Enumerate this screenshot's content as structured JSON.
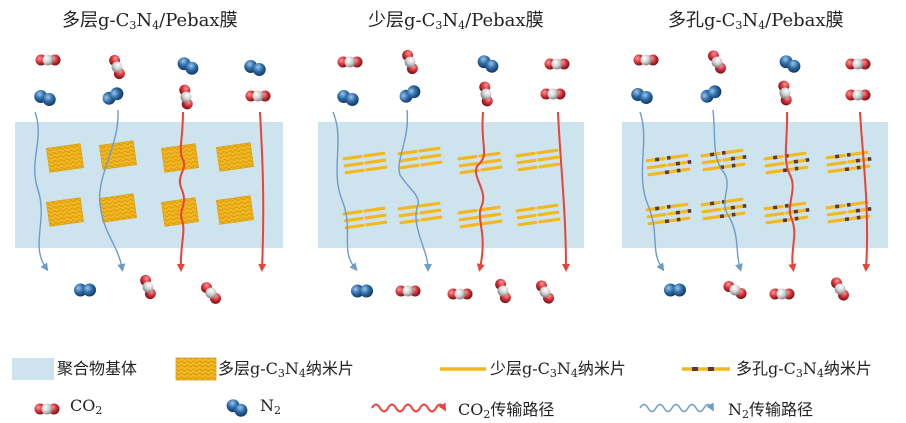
{
  "panels": [
    {
      "title_pre": "多层g-C",
      "title_s1": "3",
      "title_mid": "N",
      "title_s2": "4",
      "title_post": "/Pebax膜"
    },
    {
      "title_pre": "少层g-C",
      "title_s1": "3",
      "title_mid": "N",
      "title_s2": "4",
      "title_post": "/Pebax膜"
    },
    {
      "title_pre": "多孔g-C",
      "title_s1": "3",
      "title_mid": "N",
      "title_s2": "4",
      "title_post": "/Pebax膜"
    }
  ],
  "legend": {
    "matrix": "聚合物基体",
    "multilayer": {
      "pre": "多层g-C",
      "s1": "3",
      "mid": "N",
      "s2": "4",
      "post": "纳米片"
    },
    "fewlayer": {
      "pre": "少层g-C",
      "s1": "3",
      "mid": "N",
      "s2": "4",
      "post": "纳米片"
    },
    "porous": {
      "pre": "多孔g-C",
      "s1": "3",
      "mid": "N",
      "s2": "4",
      "post": "纳米片"
    },
    "co2": {
      "pre": "CO",
      "sub": "2"
    },
    "n2": {
      "pre": "N",
      "sub": "2"
    },
    "co2_path": {
      "pre": "CO",
      "sub": "2",
      "post": "传输路径"
    },
    "n2_path": {
      "pre": "N",
      "sub": "2",
      "post": "传输路径"
    }
  },
  "colors": {
    "matrix": "#cde3ee",
    "nanosheet": "#f2b820",
    "pore": "#5a3a38",
    "co2_path": "#e8423a",
    "n2_path": "#6e9cc9",
    "n2_molecule": "#2d6ca8",
    "oxygen": "#d9333a",
    "carbon": "#cfcfcf"
  }
}
